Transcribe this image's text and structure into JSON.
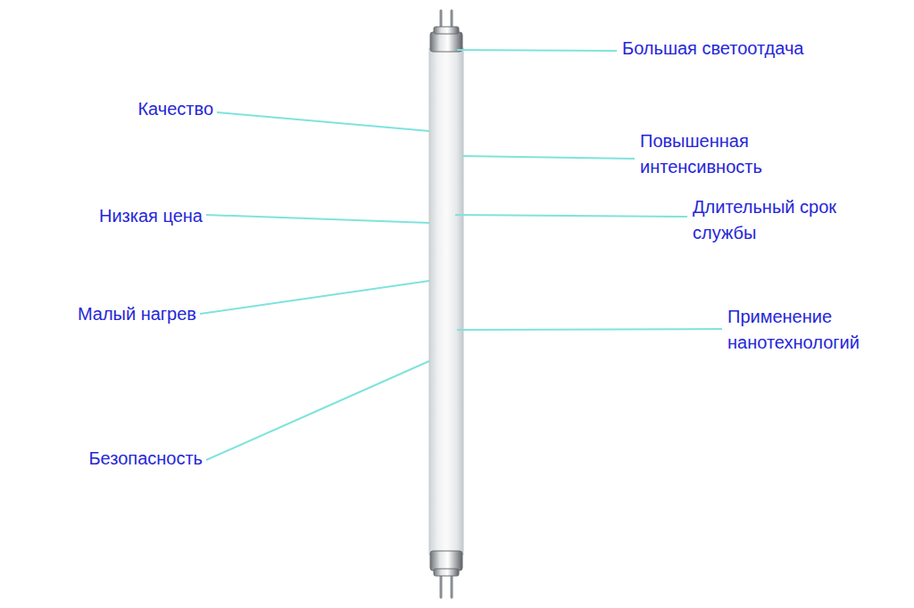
{
  "diagram": {
    "labels": [
      "Большая светоотдача",
      "Качество",
      "Повышенная интенсивность",
      "Низкая цена",
      "Длительный срок службы",
      "Малый нагрев",
      "Применение нанотехнологий",
      "Безопасность"
    ]
  }
}
